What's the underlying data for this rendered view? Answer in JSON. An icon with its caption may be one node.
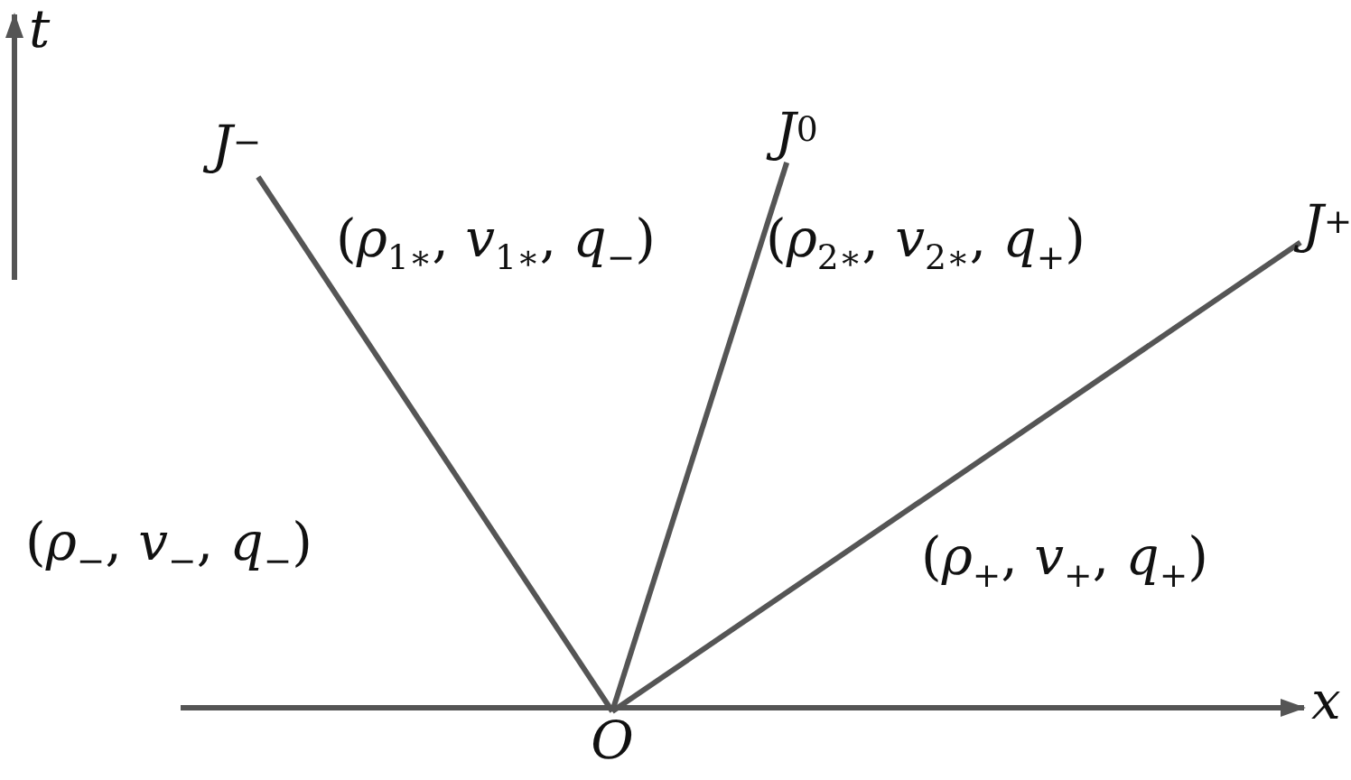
{
  "diagram": {
    "nodes": [
      {
        "text": [
          "O"
        ]
      },
      {
        "text": [
          "*J*$^{−}$"
        ]
      },
      {
        "text": [
          "*J*$^{0}$"
        ]
      },
      {
        "text": [
          "*J*$^{+}$"
        ]
      }
    ],
    "edges": [
      {
        "from": 0,
        "to": 1,
        "arrow": "none"
      },
      {
        "from": 0,
        "to": 2,
        "arrow": "none"
      },
      {
        "from": 0,
        "to": 3,
        "arrow": "none"
      }
    ],
    "labels": [
      "*t*",
      "(*ρ*$_{1∗}$, *v*$_{1∗}$, *q*$_{−}$)",
      "(*ρ*$_{2∗}$, *v*$_{2∗}$, *q*$_{+}$)",
      "(*ρ*$_{−}$, *v*$_{−}$, *q*$_{−}$)",
      "(*ρ*$_{+}$, *v*$_{+}$, *q*$_{+}$)",
      "*x*"
    ]
  }
}
